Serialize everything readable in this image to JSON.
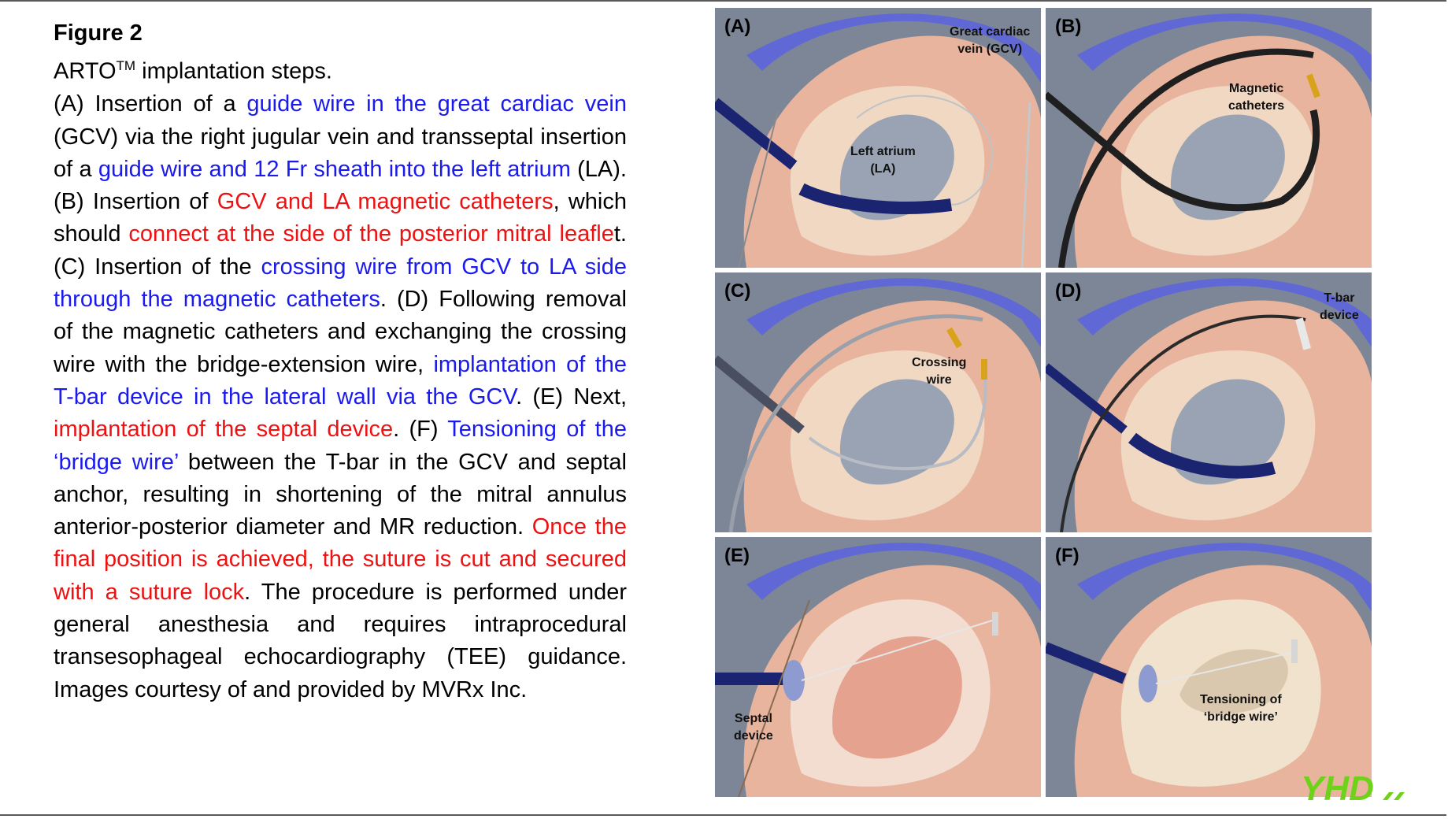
{
  "caption": {
    "title": "Figure 2",
    "subtitle_main": "ARTO",
    "subtitle_sup": "TM",
    "subtitle_rest": " implantation steps.",
    "segments": [
      {
        "t": "(A) Insertion of a ",
        "c": "black"
      },
      {
        "t": "guide wire in the great cardiac vein",
        "c": "blue"
      },
      {
        "t": " (GCV) via the right jugular vein and transseptal insertion of a ",
        "c": "black"
      },
      {
        "t": "guide wire and 12 Fr sheath into the left atrium",
        "c": "blue"
      },
      {
        "t": " (LA). (B) Insertion of ",
        "c": "black"
      },
      {
        "t": "GCV and LA magnetic catheters",
        "c": "red"
      },
      {
        "t": ", which should ",
        "c": "black"
      },
      {
        "t": "connect at the side of the posterior mitral leafle",
        "c": "red"
      },
      {
        "t": "t. (C) Insertion of the ",
        "c": "black"
      },
      {
        "t": "crossing wire from GCV to LA side through the magnetic catheters",
        "c": "blue"
      },
      {
        "t": ". (D) Following removal of the magnetic catheters and exchanging the crossing wire with the bridge-extension wire, ",
        "c": "black"
      },
      {
        "t": "implantation of the T-bar device in the lateral wall via the GCV",
        "c": "blue"
      },
      {
        "t": ". (E) Next, ",
        "c": "black"
      },
      {
        "t": "implantation of the septal device",
        "c": "red"
      },
      {
        "t": ". (F) ",
        "c": "black"
      },
      {
        "t": "Tensioning of the ‘bridge wire’",
        "c": "blue"
      },
      {
        "t": " between the T-bar in the GCV and septal anchor, resulting in shortening of the mitral annulus anterior-posterior diameter and MR reduction. ",
        "c": "black"
      },
      {
        "t": "Once the final position is achieved, the suture is cut and secured with a suture lock",
        "c": "red"
      },
      {
        "t": ". The procedure is performed under general anesthesia and requires intraprocedural transesophageal echocardiography (TEE) guidance. Images courtesy of and provided by MVRx Inc.",
        "c": "black"
      }
    ]
  },
  "colors": {
    "blue_text": "#1a1aee",
    "red_text": "#ee1111",
    "panel_bg": "#7d8696",
    "tissue": "#e8b49e",
    "vein": "#5b63e0",
    "logo_green": "#6fd21a"
  },
  "panels": [
    {
      "label": "(A)",
      "annotations": [
        {
          "id": "gcv",
          "text": "Great cardiac\nvein (GCV)"
        },
        {
          "id": "la",
          "text": "Left atrium\n(LA)"
        }
      ]
    },
    {
      "label": "(B)",
      "annotations": [
        {
          "id": "mag",
          "text": "Magnetic\ncatheters"
        }
      ]
    },
    {
      "label": "(C)",
      "annotations": [
        {
          "id": "cross",
          "text": "Crossing\nwire"
        }
      ]
    },
    {
      "label": "(D)",
      "annotations": [
        {
          "id": "tbar",
          "text": "T-bar\ndevice"
        }
      ]
    },
    {
      "label": "(E)",
      "annotations": [
        {
          "id": "septal",
          "text": "Septal\ndevice"
        }
      ]
    },
    {
      "label": "(F)",
      "annotations": [
        {
          "id": "tension",
          "text": "Tensioning of\n‘bridge wire’"
        }
      ]
    }
  ],
  "logo": {
    "text": "YHD"
  }
}
